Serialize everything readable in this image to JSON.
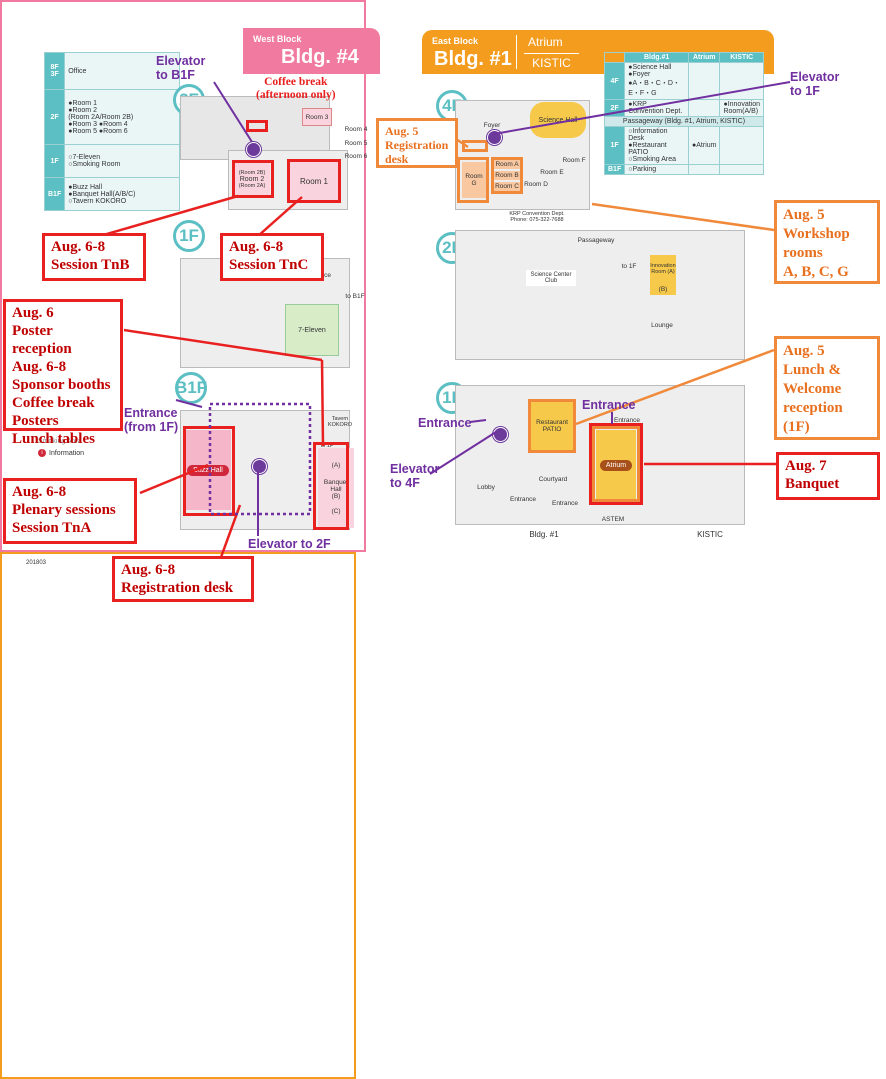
{
  "west": {
    "block_label": "West Block",
    "bldg_label": "Bldg. #4",
    "floors": [
      {
        "floor": "8F-3F",
        "rooms": "Office"
      },
      {
        "floor": "2F",
        "rooms": "Room 1 / Room 2 (Room 2A / Room 2B) / Room 3, Room 4 / Room 5, Room 6"
      },
      {
        "floor": "1F",
        "rooms": "7-Eleven / Smoking Room"
      },
      {
        "floor": "B1F",
        "rooms": "Buzz Hall / Banquet Hall (A/B/C) / Tavern KOKORO"
      }
    ],
    "floor_rows": [
      {
        "tag": "8F\n3F",
        "lines": [
          "Office"
        ]
      },
      {
        "tag": "2F",
        "lines": [
          "●Room 1",
          "●Room 2",
          "  (Room 2A/Room 2B)",
          "●Room 3   ●Room 4",
          "●Room 5   ●Room 6"
        ]
      },
      {
        "tag": "1F",
        "lines": [
          "○7-Eleven",
          "○Smoking Room"
        ]
      },
      {
        "tag": "B1F",
        "lines": [
          "●Buzz Hall",
          "●Banquet Hall(A/B/C)",
          "○Tavern KOKORO"
        ]
      }
    ],
    "floor_2f": "2F",
    "floor_1f": "1F",
    "floor_b1f": "B1F",
    "rooms_2f": {
      "room3": "Room 3",
      "room4": "Room 4",
      "room5": "Room 5",
      "room6": "Room 6",
      "room2b": "(Room 2B)",
      "room2": "Room 2",
      "room2a": "(Room 2A)",
      "room1": "Room 1"
    },
    "rooms_1f": {
      "entrance": "Entrance",
      "to_b1f": "to B1F",
      "seven_eleven": "7-Eleven"
    },
    "rooms_b1f": {
      "tavern": "Tavern KOKORO",
      "buzz_hall": "Buzz Hall",
      "banquet_hall": "Banquet Hall",
      "a": "(A)",
      "b": "(B)",
      "c": "(C)",
      "to_1f": "to 1F"
    },
    "legend_info": "Information",
    "legend_smoking": "Smoking Area",
    "code": "201803"
  },
  "east": {
    "block_label": "East Block",
    "bldg_label": "Bldg. #1",
    "atrium": "Atrium",
    "kistic": "KISTIC",
    "table_headers": [
      "Bldg.#1",
      "Atrium",
      "KISTIC"
    ],
    "table_rows": [
      {
        "tag": "4F",
        "c1": "●Science Hall\n●Foyer\n●A・B・C・D・\n  E・F・G",
        "c2": "",
        "c3": ""
      },
      {
        "tag": "2F",
        "c1": "●KRP\n  Convention Dept.",
        "c2": "",
        "c3": "●Innovation\n  Room(A/B)"
      },
      {
        "tag": "",
        "c1": "Passageway (Bldg. #1, Atrium, KISTIC)",
        "c2": "",
        "c3": ""
      },
      {
        "tag": "1F",
        "c1": "○Information Desk\n●Restaurant PATIO\n○Smoking Area",
        "c2": "●Atrium",
        "c3": ""
      },
      {
        "tag": "B1F",
        "c1": "○Parking",
        "c2": "",
        "c3": ""
      }
    ],
    "floor_4f": "4F",
    "floor_2f": "2F",
    "floor_1f": "1F",
    "rooms_4f": {
      "science_hall": "Science Hall",
      "foyer": "Foyer",
      "room_a": "Room A",
      "room_b": "Room B",
      "room_c": "Room C",
      "room_g": "Room G",
      "room_f": "Room F",
      "room_e": "Room E",
      "room_d": "Room D",
      "krp": "KRP Convention Dept.",
      "phone": "Phone: 075-322-7688"
    },
    "rooms_2f": {
      "science_center": "Science Center Club",
      "passageway": "Passageway",
      "to_1f": "to 1F",
      "innovation": "Innovation Room (A)",
      "innovation_b": "(B)",
      "lounge": "Lounge"
    },
    "rooms_1f": {
      "restaurant": "Restaurant PATIO",
      "atrium": "Atrium",
      "courtyard": "Courtyard",
      "lobby": "Lobby",
      "entrance1": "Entrance",
      "entrance2": "Entrance",
      "entrance3": "Entrance",
      "astem": "ASTEM",
      "bldg1": "Bldg. #1",
      "kistic": "KISTIC"
    }
  },
  "callouts": {
    "tnb": [
      "Aug. 6-8",
      "Session TnB"
    ],
    "tnc": [
      "Aug. 6-8",
      "Session TnC"
    ],
    "poster": [
      "Aug. 6",
      "Poster reception",
      "Aug. 6-8",
      "Sponsor booths",
      "Coffee break",
      "Posters",
      "Lunch tables"
    ],
    "plenary": [
      "Aug. 6-8",
      "Plenary sessions",
      "Session TnA"
    ],
    "registration": [
      "Aug. 6-8",
      "Registration desk"
    ],
    "reg_aug5": [
      "Aug. 5",
      "Registration",
      "desk"
    ],
    "workshop": [
      "Aug. 5",
      "Workshop",
      "rooms",
      "A, B, C, G"
    ],
    "lunch": [
      "Aug. 5",
      "Lunch &",
      "Welcome",
      "reception",
      "(1F)"
    ],
    "banquet": [
      "Aug. 7",
      "Banquet"
    ]
  },
  "labels": {
    "elevator_b1f": [
      "Elevator",
      "to B1F"
    ],
    "coffee_break": [
      "Coffee break",
      "(afternoon only)"
    ],
    "entrance_from_1f": [
      "Entrance",
      "(from 1F)"
    ],
    "elevator_2f": "Elevator to 2F",
    "elevator_1f": [
      "Elevator",
      "to 1F"
    ],
    "entrance_east": "Entrance",
    "entrance_atrium": "Entrance",
    "elevator_4f": [
      "Elevator",
      "to 4F"
    ]
  },
  "colors": {
    "west_accent": "#f07aa0",
    "east_accent": "#f39c1e",
    "floor_badge": "#5bbfc3",
    "callout_red": "#e8201f",
    "callout_orange": "#f08a3a",
    "elevator_purple": "#7030a0"
  }
}
